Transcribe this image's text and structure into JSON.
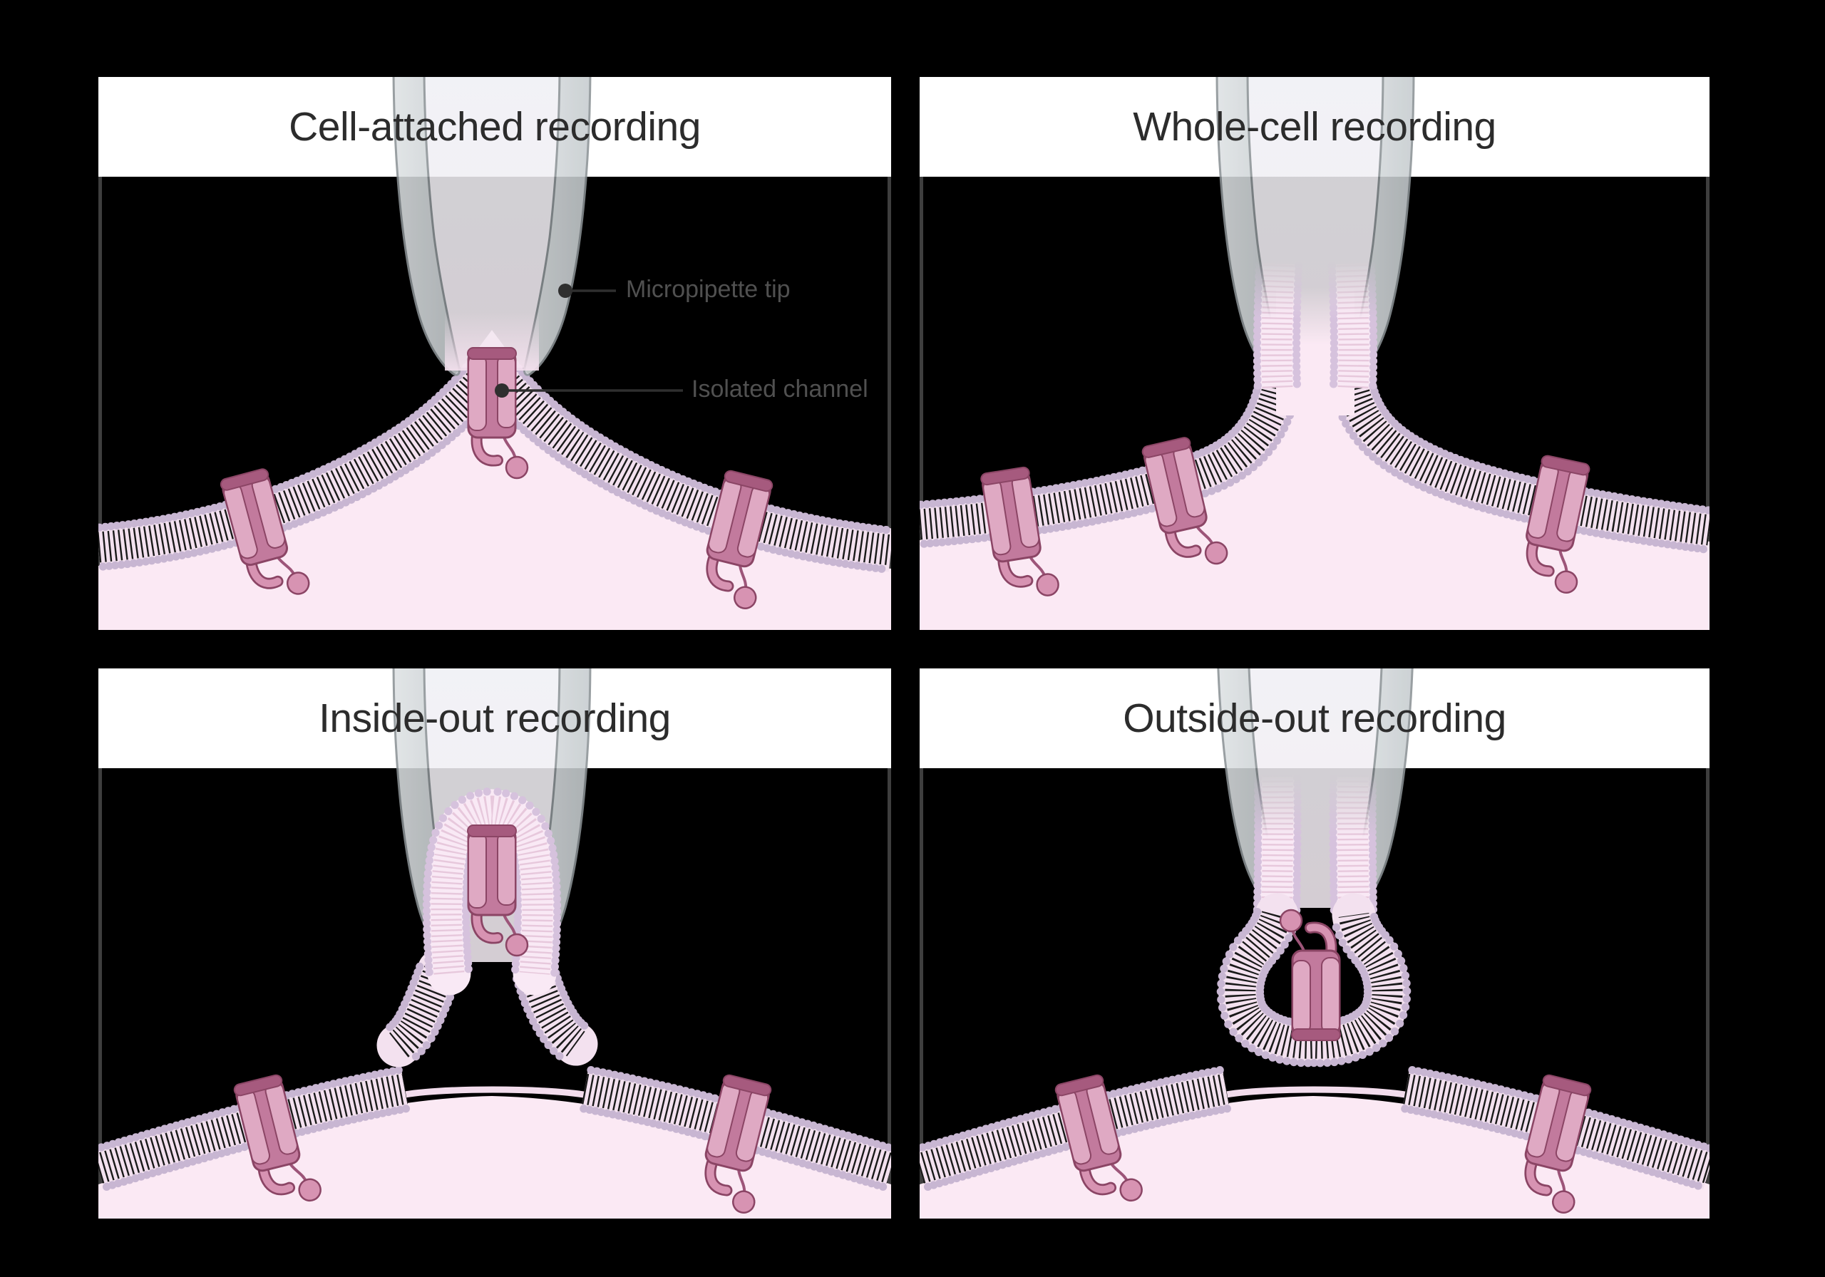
{
  "figure": {
    "background": "#000000",
    "panel_border": "#3e3e3e",
    "title_bar_color": "#ffffff",
    "title_text_color": "#2c2c2c",
    "label_text_color": "#505050"
  },
  "panels": [
    {
      "id": "cell-attached",
      "title": "Cell-attached recording"
    },
    {
      "id": "whole-cell",
      "title": "Whole-cell recording"
    },
    {
      "id": "inside-out",
      "title": "Inside-out recording"
    },
    {
      "id": "outside-out",
      "title": "Outside-out recording"
    }
  ],
  "annotations": {
    "micropipette_tip": "Micropipette tip",
    "isolated_channel": "Isolated channel"
  },
  "colors": {
    "pipette_glass": "#ccd2d4",
    "pipette_outline": "#8a9195",
    "membrane_heads": "#c8b6d2",
    "membrane_band": "#f3e1ef",
    "membrane_tails": "#191919",
    "membrane_faded_tails": "#e7c8dc",
    "cell_interior": "#fbe9f4",
    "channel_light": "#dfa9c3",
    "channel_dark": "#c27a9d",
    "channel_outline": "#8b4565"
  }
}
